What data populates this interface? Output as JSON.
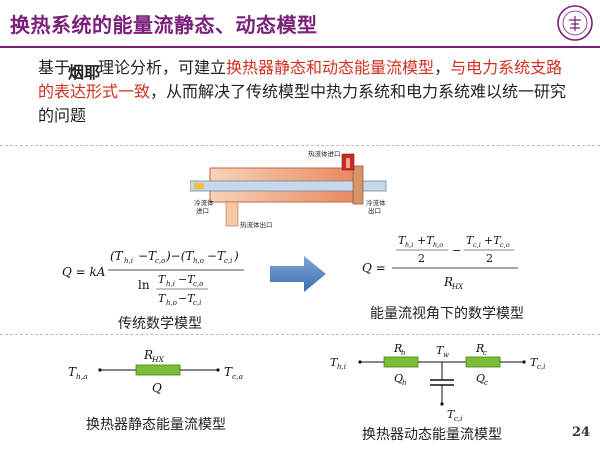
{
  "title": "换热系统的能量流静态、动态模型",
  "intro": {
    "part1": "基于",
    "stamp": "烟耶",
    "part2": "理论分析，可建立",
    "red1": "换热器静态和动态能量流模型",
    "part3": "，",
    "red2": "与电力系统支路的表达形式一致",
    "part4": "，从而解决了传统模型中热力系统和电力系统难以统一研究的问题"
  },
  "exchanger_diagram": {
    "hot_in_label": "热流体进口",
    "hot_out_label": "热流体出口",
    "cold_in_label_1": "冷流体",
    "cold_in_label_2": "进口",
    "cold_out_label_1": "冷流体",
    "cold_out_label_2": "出口",
    "colors": {
      "hot": "#e8785a",
      "cold": "#f4c7a8",
      "accent": "#cc2a2a"
    }
  },
  "traditional_model": {
    "caption": "传统数学模型",
    "lhs": "Q = kA",
    "ln": "ln",
    "num_a": "(T",
    "sub_hi": "h,i",
    "sub_co": "c,o",
    "sub_ho": "h,o",
    "sub_ci": "c,i",
    "minus": "−"
  },
  "energy_flow_model": {
    "caption": "能量流视角下的数学模型",
    "lhs": "Q =",
    "denom": "R",
    "denom_sub": "HX",
    "two": "2"
  },
  "static_circuit": {
    "caption": "换热器静态能量流模型",
    "left_node": "T",
    "left_sub": "h,a",
    "right_node": "T",
    "right_sub": "c,a",
    "resistor": "R",
    "resistor_sub": "HX",
    "flow": "Q"
  },
  "dynamic_circuit": {
    "caption": "换热器动态能量流模型",
    "left_node": "T",
    "left_sub": "h,i",
    "right_node": "T",
    "right_sub": "c,i",
    "rh": "R",
    "rh_sub": "h",
    "rc": "R",
    "rc_sub": "c",
    "tw": "T",
    "tw_sub": "w",
    "qh": "Q",
    "qh_sub": "h",
    "qc": "Q",
    "qc_sub": "c",
    "bottom": "T",
    "bottom_sub": "c,i"
  },
  "page_number": "24",
  "logo_icon": "university-seal-icon"
}
